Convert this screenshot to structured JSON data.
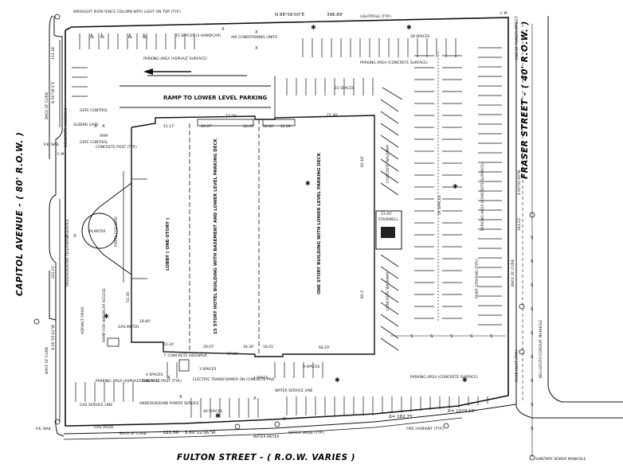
{
  "streets": {
    "west": "CAPITOL AVENUE - ( 80' R.O.W. )",
    "east": "FRASER STREET - ( 40' R.O.W. )",
    "south": "FULTON STREET - ( R.O.W. VARIES )"
  },
  "bearings": {
    "north_bearing": "N 88°56'00\"E",
    "north_dist": "398.89'",
    "west_upper": "N 00°18'3\"E",
    "west_dist_upper": "113.16'",
    "west_lower": "N 00°05'41\"W",
    "west_dist_lower": "243.01'",
    "east_bearing": "S 00°00'16\"W",
    "east_dist": "341.23'",
    "south_bearing": "S 89°22'06\"W",
    "south_dist": "221.56'",
    "curve_delta": "Δ= 182.75'",
    "curve_radius": "R= 1029.18'"
  },
  "buildings": {
    "hotel": "15 STORY HOTEL BUILDING WITH BASEMENT AND LOWER LEVEL PARKING DECK",
    "lobby": "LOBBY ( ONE-STORY )",
    "one_story": "ONE STORY BUILDING WITH LOWER LEVEL PARKING DECK",
    "stairwell": "STAIRWELL"
  },
  "dimensions": {
    "d1": "41.17'",
    "d2": "29.07'",
    "d3": "17.18'",
    "d4": "18.05'",
    "d5": "18.06'",
    "d6": "12.09'",
    "d7": "77.30'",
    "d8": "60.16'",
    "d9": "41.24'",
    "d10": "29.07'",
    "d11": "17.04'",
    "d12": "18.30'",
    "d13": "18.01'",
    "d14": "68.19'",
    "d15": "60.1'",
    "d16": "51.34'",
    "d17": "18.80'",
    "d18": "23.40'"
  },
  "labels": {
    "fence": "WROUGHT IRON FENCE COLUMN WITH LIGHT ON TOP (TYP.)",
    "lightpole": "LIGHTPOLE (TYP.)",
    "spaces_15": "15 SPACES (3 HANDICAP)",
    "conditioning": "AIR CONDITIONING UNITS",
    "spaces_28": "28 SPACES",
    "parking_asphalt_top": "PARKING AREA (ASPHALT SURFACE)",
    "parking_concrete_top": "PARKING AREA (CONCRETE SURFACE)",
    "ramp": "RAMP TO LOWER LEVEL PARKING",
    "spaces_15b": "15 SPACES",
    "gate_control": "GATE CONTROL",
    "gate_control2": "GATE CONTROL",
    "sliding_gate": "SLIDING GATE",
    "arm": "ARM",
    "concrete_post": "CONCRETE POST (TYP.)",
    "concrete_sidewalk_w": "CONCRETE SIDEWALK",
    "porte_cochere": "PORTE COCHERE",
    "planter": "PLANTER",
    "underground_tel": "UNDERGROUND TELEPHONE SERVICE",
    "ramp_handicap": "RAMP FOR HANDICAP ACCESS",
    "asphalt_drive": "ASPHALT DRIVE",
    "gas_meter": "GAS METER",
    "concrete_sidewalk_s": "7' CONCRETE SIDEWALK",
    "spaces_3": "3 SPACES",
    "spaces_4": "4 SPACES",
    "spaces_9": "9 SPACES",
    "spaces_1": "1 SPACE",
    "concrete_post2": "CONCRETE POST (TYP.)",
    "transformer": "ELECTRIC TRANSFORMER ON CONCRETE PAD",
    "parking_asphalt_sw": "PARKING AREA (ASPHALT SURFACE)",
    "gas_service": "GAS SERVICE LINE",
    "underground_power": "UNDERGROUND POWER SERVICE",
    "spaces_40": "40 SPACES",
    "water_service": "WATER SERVICE LINE",
    "parking_concrete_se": "PARKING AREA (CONCRETE SURFACE)",
    "parking_concrete_e": "PARKING AREA (CONCRETE SURFACE)",
    "spaces_56": "56 SPACES",
    "paint_striping": "PAINT STRIPING (TYP.)",
    "concrete_walkway": "CONCRETE WALKWAY",
    "concrete_walkway2": "CONCRETE WALKWAY",
    "back_of_curb_w": "BACK OF CURB",
    "back_of_curb_w2": "BACK OF CURB",
    "back_of_curb_s": "BACK OF CURB",
    "back_of_curb_e": "BACK OF CURB",
    "curb_inlet": "CURB INLET (TYP.)",
    "wellhouse": "BELLSOUTH CONDUIT MANHOLE",
    "end_fraser": "END OF FRASER STREET",
    "pk_nail_top": "P.K. NAIL",
    "pk_nail_bottom": "P.K. NAIL",
    "gas_valve": "GAS VALVE",
    "water_meter": "WATER METER",
    "water_valve": "WATER VALVE (TYP.)",
    "fire_hydrant": "FIRE HYDRANT (TYP.)",
    "sanitary": "SANITARY SEWER MANHOLE",
    "cm": "C.M.",
    "cm2": "C.M."
  }
}
